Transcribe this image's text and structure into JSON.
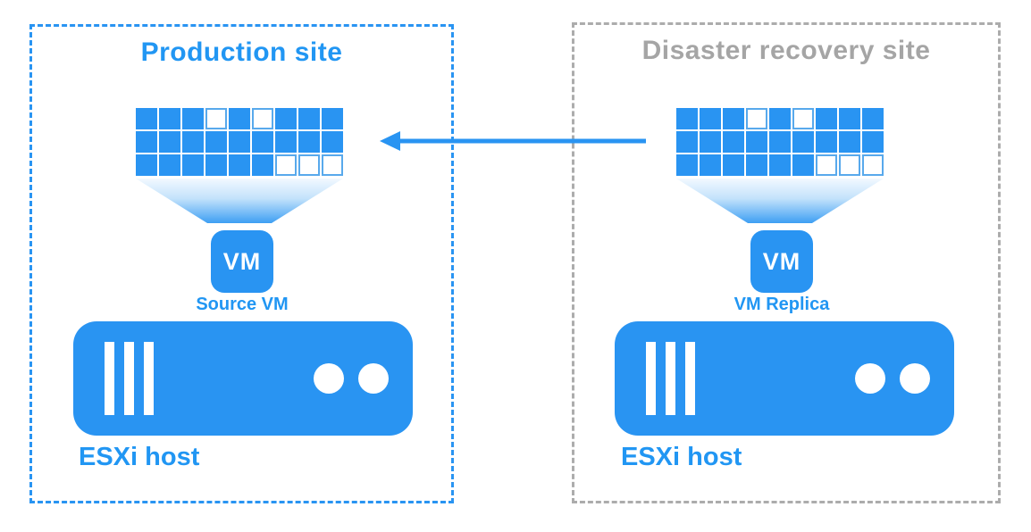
{
  "colors": {
    "accent_blue": "#2994F2",
    "title_blue": "#2196F3",
    "title_gray": "#A5A5A5",
    "dr_border_gray": "#ACACAC",
    "empty_block_border": "#58A9EC"
  },
  "production": {
    "title": "Production site",
    "vm_icon_text": "VM",
    "vm_label": "Source VM",
    "host_label": "ESXi host",
    "blocks": [
      [
        1,
        1,
        1,
        0,
        1,
        0,
        1,
        1,
        1
      ],
      [
        1,
        1,
        1,
        1,
        1,
        1,
        1,
        1,
        1
      ],
      [
        1,
        1,
        1,
        1,
        1,
        1,
        0,
        0,
        0
      ]
    ]
  },
  "disaster_recovery": {
    "title": "Disaster recovery  site",
    "vm_icon_text": "VM",
    "vm_label": "VM Replica",
    "host_label": "ESXi host",
    "blocks": [
      [
        1,
        1,
        1,
        0,
        1,
        0,
        1,
        1,
        1
      ],
      [
        1,
        1,
        1,
        1,
        1,
        1,
        1,
        1,
        1
      ],
      [
        1,
        1,
        1,
        1,
        1,
        1,
        0,
        0,
        0
      ]
    ]
  },
  "arrow": {
    "direction": "right-to-left",
    "from": "disaster-recovery-site",
    "to": "production-site"
  }
}
